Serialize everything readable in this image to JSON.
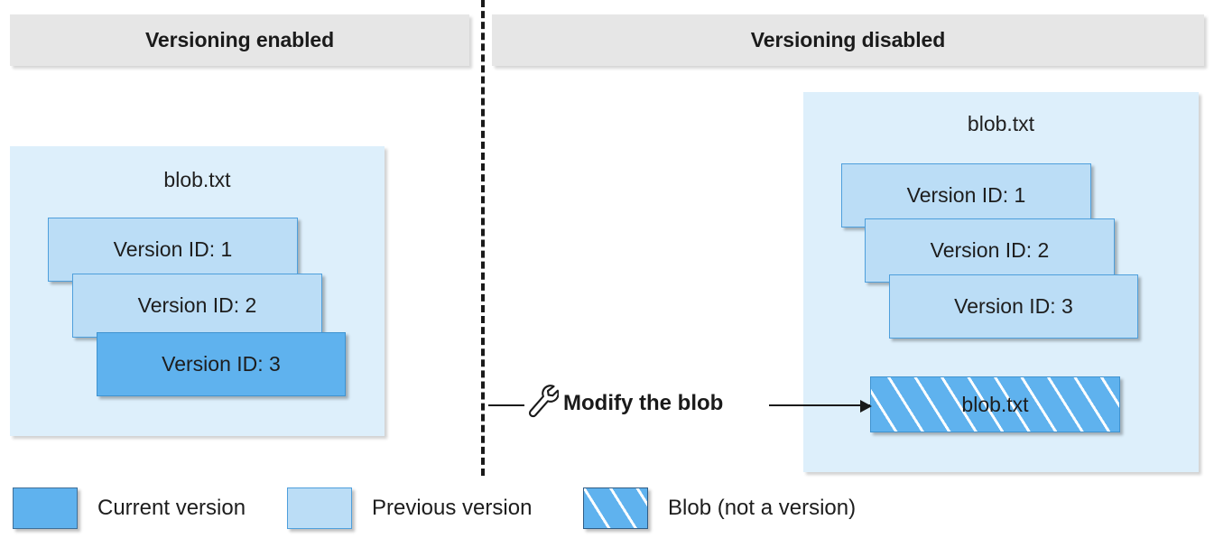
{
  "columns": {
    "left": {
      "title": "Versioning enabled"
    },
    "right": {
      "title": "Versioning disabled"
    }
  },
  "left_panel": {
    "blob_name": "blob.txt",
    "boxes": [
      {
        "label": "Version ID: 1",
        "kind": "previous"
      },
      {
        "label": "Version ID: 2",
        "kind": "previous"
      },
      {
        "label": "Version ID: 3",
        "kind": "current"
      }
    ]
  },
  "right_panel": {
    "blob_name": "blob.txt",
    "boxes": [
      {
        "label": "Version ID: 1",
        "kind": "previous"
      },
      {
        "label": "Version ID: 2",
        "kind": "previous"
      },
      {
        "label": "Version ID: 3",
        "kind": "previous"
      }
    ],
    "modified_blob": {
      "label": "blob.txt",
      "kind": "blob-not-a-version"
    }
  },
  "action": {
    "icon": "wrench-icon",
    "label": "Modify the blob"
  },
  "legend": {
    "items": [
      {
        "label": "Current version",
        "swatch": "solid-blue"
      },
      {
        "label": "Previous version",
        "swatch": "light-blue"
      },
      {
        "label": "Blob (not a version)",
        "swatch": "hatched-blue"
      }
    ]
  },
  "colors": {
    "header_background": "#E6E6E6",
    "container_background": "#DDEFFB",
    "current_version": "#5FB2EE",
    "previous_version": "#BBDDF6",
    "border_blue": "#4E9FDC",
    "text": "#212121",
    "divider": "#1A1A1A"
  }
}
